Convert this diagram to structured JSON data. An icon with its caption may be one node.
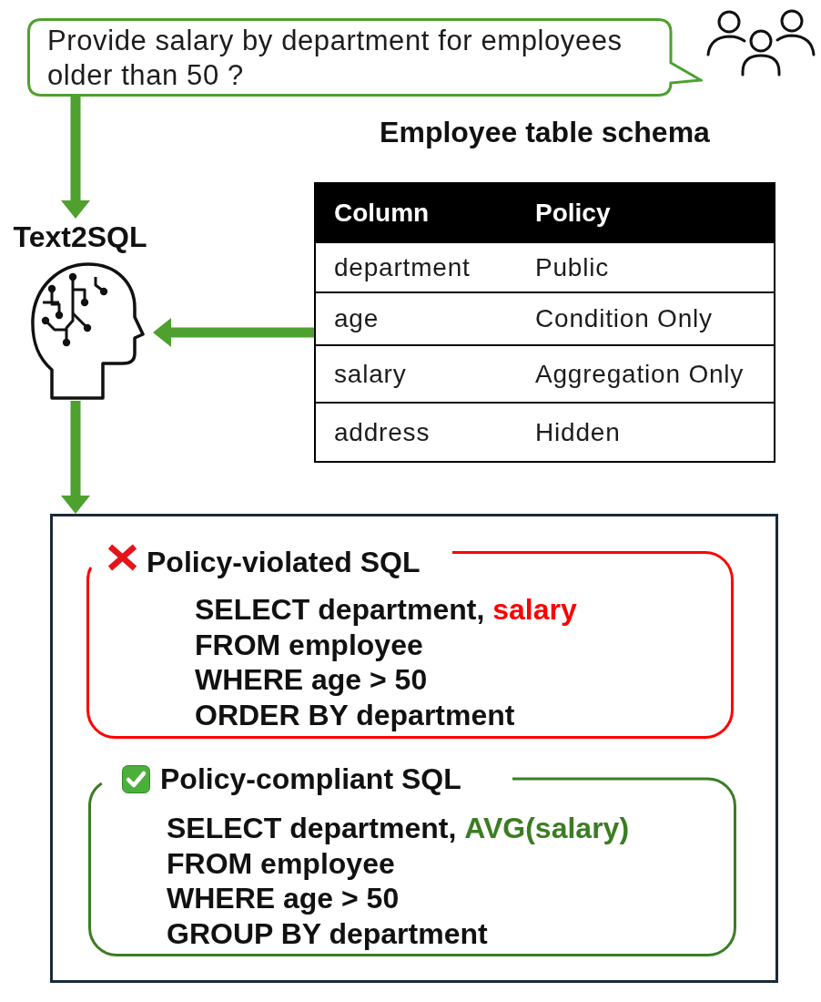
{
  "diagram": {
    "nodes": [
      {
        "text": [
          "Provide salary by department for employees older than 50 ?"
        ]
      },
      {
        "text": [
          "Employee table schema"
        ]
      },
      {
        "text": [
          "Text2SQL"
        ]
      },
      {
        "text": [],
        "shape": "box"
      },
      {
        "text": [
          "Policy-violated SQL",
          "SELECT department,",
          "salary",
          "FROM employee",
          "WHERE age > 50",
          "ORDER BY department"
        ],
        "in": 3
      },
      {
        "text": [
          "Policy-compliant SQL",
          "SELECT department,",
          "AVG(salary)",
          "FROM employee",
          "WHERE age > 50",
          "GROUP BY department"
        ],
        "in": 3
      }
    ],
    "edges": [
      {
        "from": 0,
        "to": 2,
        "arrow": "to"
      },
      {
        "from": 1,
        "to": 2,
        "arrow": "to"
      },
      {
        "from": 2,
        "to": 3,
        "arrow": "to"
      }
    ],
    "labels": [
      "Column",
      "Policy",
      "department",
      "Public",
      "age",
      "Condition Only",
      "salary",
      "Aggregation Only",
      "address",
      "Hidden"
    ]
  }
}
